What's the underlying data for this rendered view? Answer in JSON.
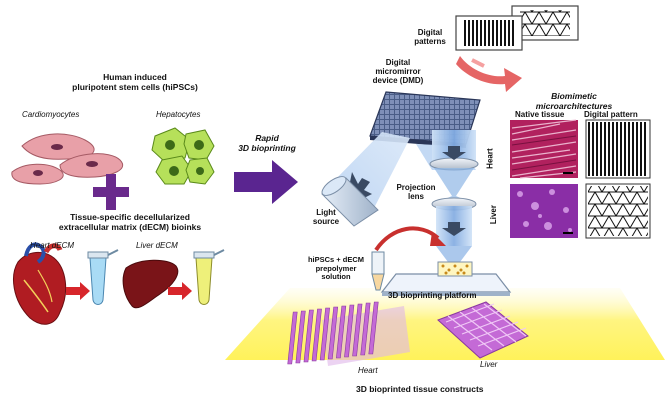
{
  "left": {
    "hipsc_title_line1": "Human induced",
    "hipsc_title_line2": "pluripotent stem cells (hiPSCs)",
    "cell_cardio": "Cardiomyocytes",
    "cell_hepato": "Hepatocytes",
    "decm_title_line1": "Tissue-specific decellularized",
    "decm_title_line2": "extracellular matrix (dECM) bioinks",
    "heart_decm": "Heart dECM",
    "liver_decm": "Liver dECM"
  },
  "process": {
    "rapid_line1": "Rapid",
    "rapid_line2": "3D bioprinting"
  },
  "setup": {
    "digital_patterns_line1": "Digital",
    "digital_patterns_line2": "patterns",
    "dmd_line1": "Digital",
    "dmd_line2": "micromirror",
    "dmd_line3": "device (DMD)",
    "light_line1": "Light",
    "light_line2": "source",
    "projection_line1": "Projection",
    "projection_line2": "lens",
    "prepolymer_line1": "hiPSCs + dECM",
    "prepolymer_line2": "prepolymer",
    "prepolymer_line3": "solution",
    "platform": "3D bioprinting platform"
  },
  "biomimetic": {
    "title_line1": "Biomimetic",
    "title_line2": "microarchitectures",
    "col_native": "Native tissue",
    "col_digital": "Digital pattern",
    "row_heart": "Heart",
    "row_liver": "Liver"
  },
  "constructs": {
    "heart": "Heart",
    "liver": "Liver",
    "title": "3D bioprinted tissue constructs"
  },
  "colors": {
    "cardio_cell": "#e8a0a8",
    "hepato_cell": "#b6e05a",
    "plus": "#6a2a8c",
    "big_arrow": "#5a2590",
    "red_arrow": "#d7262b",
    "light_beam": "#8fb6e6",
    "construct": "#c46ad6",
    "glow": "#fff25a"
  }
}
